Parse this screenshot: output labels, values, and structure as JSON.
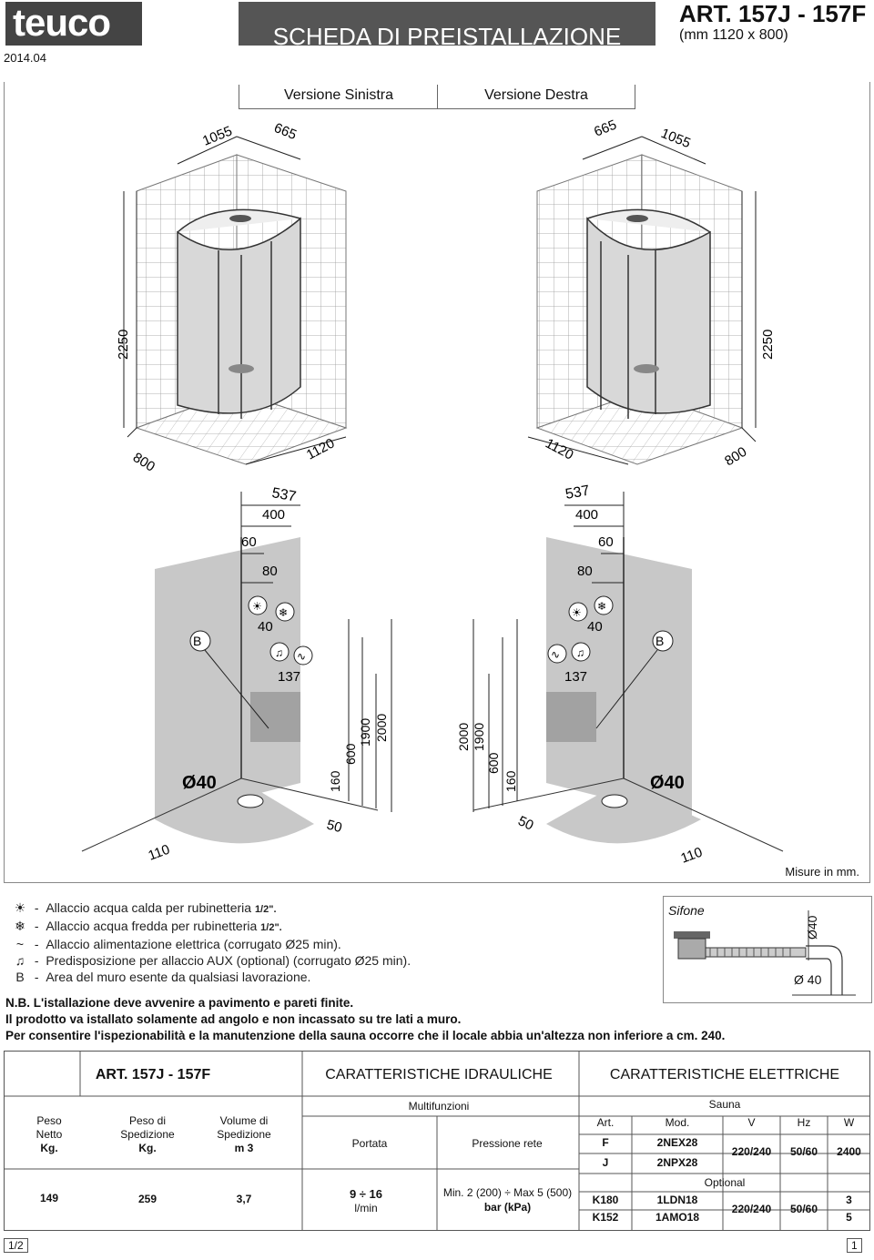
{
  "header": {
    "logo": "teuco",
    "date": "2014.04",
    "title": "SCHEDA DI PREISTALLAZIONE",
    "art": "ART. 157J - 157F",
    "art_sub": "(mm 1120 x 800)"
  },
  "versions": {
    "left": "Versione Sinistra",
    "right": "Versione Destra"
  },
  "dims_top": {
    "left": {
      "a": "1055",
      "b": "665",
      "h": "2250",
      "c": "800",
      "d": "1120"
    },
    "right": {
      "a": "665",
      "b": "1055",
      "h": "2250",
      "c": "1120",
      "d": "800"
    }
  },
  "dims_bottom": {
    "d537": "537",
    "d400": "400",
    "d60": "60",
    "d80": "80",
    "d40": "40",
    "d137": "137",
    "d160": "160",
    "d600": "600",
    "d1900": "1900",
    "d2000": "2000",
    "d50": "50",
    "d110": "110",
    "phi40": "Ø40",
    "b_label": "B"
  },
  "misure": "Misure in mm.",
  "legend": [
    {
      "icon": "sun-icon",
      "dash": "-",
      "text": "Allaccio acqua calda per rubinetteria",
      "suffix": "1/2\"."
    },
    {
      "icon": "snowflake-icon",
      "dash": "-",
      "text": "Allaccio acqua fredda per rubinetteria",
      "suffix": "1/2\"."
    },
    {
      "icon": "wave-icon",
      "dash": "-",
      "text": "Allaccio alimentazione elettrica (corrugato Ø25 min).",
      "suffix": ""
    },
    {
      "icon": "music-note-icon",
      "dash": "-",
      "text": "Predisposizione per allaccio AUX (optional) (corrugato Ø25 min).",
      "suffix": ""
    },
    {
      "icon": "b-letter",
      "dash": "-",
      "text": "Area del muro esente da qualsiasi lavorazione.",
      "suffix": ""
    }
  ],
  "legend_b": "B",
  "notes": [
    "N.B. L'istallazione deve avvenire a pavimento e pareti finite.",
    "Il prodotto va istallato solamente ad angolo e non incassato su tre lati a muro.",
    "Per consentire l'ispezionabilità e la manutenzione della sauna occorre che il locale abbia un'altezza non inferiore a cm. 240."
  ],
  "sifone": {
    "label": "Sifone",
    "phi_v": "Ø40",
    "phi_h": "Ø 40"
  },
  "spec": {
    "art": "ART. 157J - 157F",
    "idraulic": "CARATTERISTICHE IDRAULICHE",
    "electric": "CARATTERISTICHE ELETTRICHE",
    "peso_netto": [
      "Peso",
      "Netto",
      "Kg."
    ],
    "peso_sped": [
      "Peso di",
      "Spedizione",
      "Kg."
    ],
    "volume": [
      "Volume di",
      "Spedizione",
      "m 3"
    ],
    "multifunzioni": "Multifunzioni",
    "portata": "Portata",
    "pressione": "Pressione rete",
    "sauna": "Sauna",
    "el_cols": [
      "Art.",
      "Mod.",
      "V",
      "Hz",
      "W"
    ],
    "el_rows": [
      {
        "art": "F",
        "mod": "2NEX28"
      },
      {
        "art": "J",
        "mod": "2NPX28"
      }
    ],
    "el_shared": {
      "v": "220/240",
      "hz": "50/60",
      "w": "2400"
    },
    "optional": "Optional",
    "opt_rows": [
      {
        "art": "K180",
        "mod": "1LDN18",
        "w": "3"
      },
      {
        "art": "K152",
        "mod": "1AMO18",
        "w": "5"
      }
    ],
    "opt_shared": {
      "v": "220/240",
      "hz": "50/60"
    },
    "values": {
      "peso_netto": "149",
      "peso_sped": "259",
      "volume": "3,7",
      "portata": "9 ÷ 16",
      "portata_unit": "l/min",
      "pressione": "Min. 2 (200) ÷ Max 5 (500)",
      "pressione_unit": "bar (kPa)"
    }
  },
  "footer": {
    "left": "1/2",
    "right": "1"
  }
}
